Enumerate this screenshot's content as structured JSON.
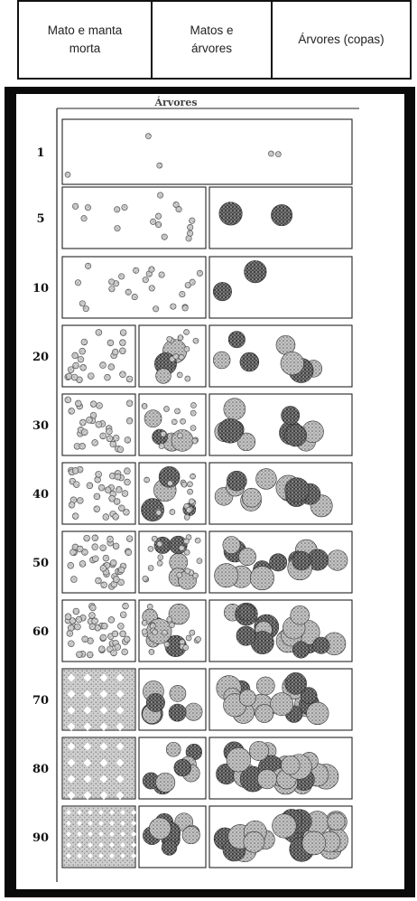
{
  "legend": {
    "col1": "Mato e manta\nmorta",
    "col2": "Matos e\nárvores",
    "col3": "Árvores (copas)"
  },
  "figure": {
    "header_label": "Árvores"
  },
  "rows": [
    {
      "label": "1",
      "density": 0.01
    },
    {
      "label": "5",
      "density": 0.05
    },
    {
      "label": "10",
      "density": 0.1
    },
    {
      "label": "20",
      "density": 0.2
    },
    {
      "label": "30",
      "density": 0.3
    },
    {
      "label": "40",
      "density": 0.4
    },
    {
      "label": "50",
      "density": 0.5
    },
    {
      "label": "60",
      "density": 0.6
    },
    {
      "label": "70",
      "density": 0.7
    },
    {
      "label": "80",
      "density": 0.8
    },
    {
      "label": "90",
      "density": 0.9
    }
  ],
  "colors": {
    "frame": "#0a0a0a",
    "paper": "#ffffff",
    "ink": "#333333",
    "mottle_dark": "#4a4a4a",
    "mottle_light": "#a8a8a8"
  }
}
